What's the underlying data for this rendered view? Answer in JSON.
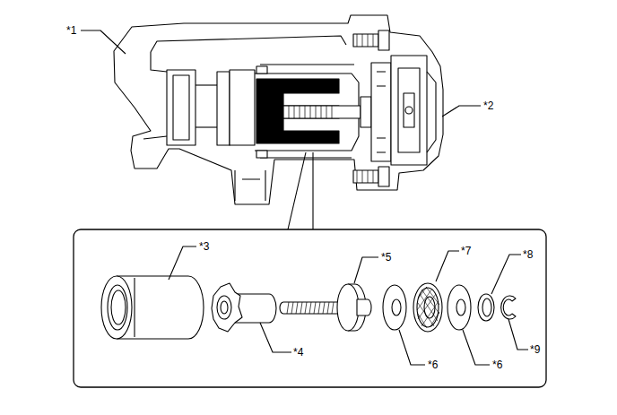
{
  "diagram": {
    "labels": [
      "*1",
      "*2",
      "*3",
      "*7",
      "*8",
      "*5",
      "*9",
      "*4",
      "*6",
      "*6"
    ]
  }
}
